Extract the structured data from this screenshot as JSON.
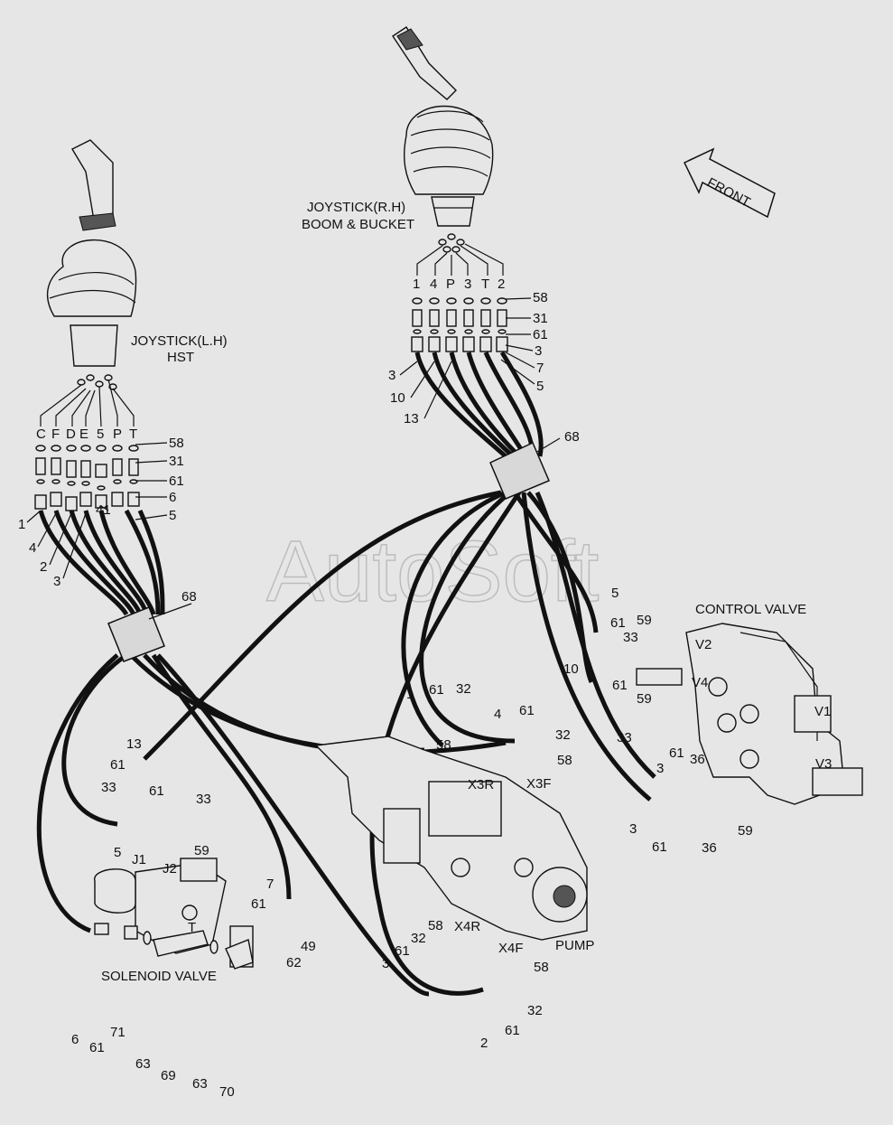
{
  "watermark": "AutoSoft",
  "front_label": "FRONT",
  "components": {
    "joystick_rh_line1": "JOYSTICK(R.H)",
    "joystick_rh_line2": "BOOM & BUCKET",
    "joystick_lh_line1": "JOYSTICK(L.H)",
    "joystick_lh_line2": "HST",
    "control_valve": "CONTROL VALVE",
    "solenoid_valve": "SOLENOID VALVE",
    "pump": "PUMP"
  },
  "ports": {
    "rh": [
      "1",
      "4",
      "P",
      "3",
      "T",
      "2"
    ],
    "lh": [
      "C",
      "F",
      "D",
      "E",
      "5",
      "P",
      "T"
    ],
    "v2": "V2",
    "v4": "V4",
    "v1": "V1",
    "v3": "V3",
    "x3r": "X3R",
    "x3f": "X3F",
    "x4r": "X4R",
    "x4f": "X4F",
    "j1": "J1",
    "j2": "J2",
    "t": "T"
  },
  "callouts": {
    "rh_58": "58",
    "rh_31": "31",
    "rh_61": "61",
    "rh_3r": "3",
    "rh_7": "7",
    "rh_5": "5",
    "rh_3l": "3",
    "rh_10": "10",
    "rh_13": "13",
    "rh_68": "68",
    "lh_58": "58",
    "lh_31": "31",
    "lh_61": "61",
    "lh_6": "6",
    "lh_5": "5",
    "lh_1": "1",
    "lh_4": "4",
    "lh_2": "2",
    "lh_3": "3",
    "lh_41": "41",
    "lh_68": "68",
    "cv_5": "5",
    "cv_61a": "61",
    "cv_59a": "59",
    "cv_33a": "33",
    "cv_10": "10",
    "cv_61b": "61",
    "cv_59b": "59",
    "cv_33b": "33",
    "cv_3a": "3",
    "cv_61c": "61",
    "cv_36a": "36",
    "cv_3b": "3",
    "cv_61d": "61",
    "cv_36b": "36",
    "cv_59c": "59",
    "p_1": "1",
    "p_61a": "61",
    "p_32a": "32",
    "p_58a": "58",
    "p_4": "4",
    "p_61b": "61",
    "p_32b": "32",
    "p_58b": "58",
    "s_13": "13",
    "s_61a": "61",
    "s_33a": "33",
    "s_61b": "61",
    "s_33b": "33",
    "s_5": "5",
    "s_59": "59",
    "s_7": "7",
    "s_61c": "61",
    "s_49": "49",
    "s_62": "62",
    "b_58": "58",
    "b_32": "32",
    "b_61": "61",
    "b_3": "3",
    "b_58r": "58",
    "b_32r": "32",
    "b_61r": "61",
    "b_2": "2",
    "f_6": "6",
    "f_61": "61",
    "f_71": "71",
    "f_63a": "63",
    "f_69": "69",
    "f_63b": "63",
    "f_70": "70"
  }
}
